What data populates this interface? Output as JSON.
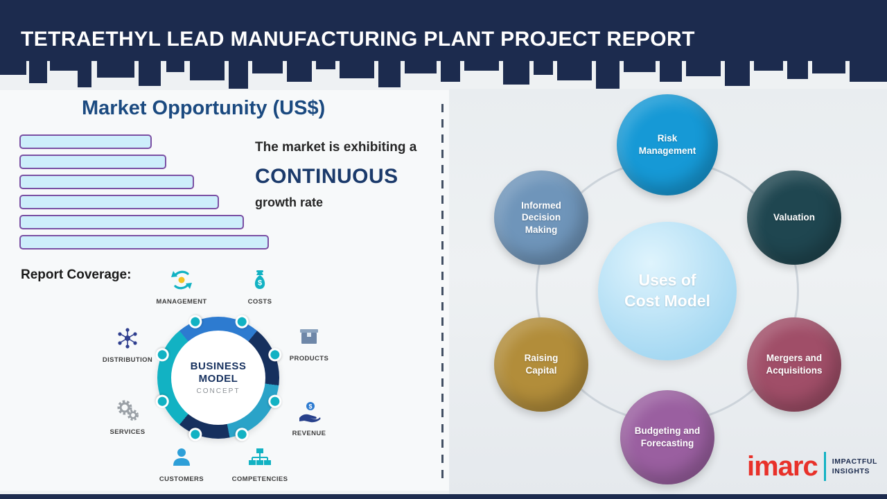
{
  "header": {
    "title": "TETRAETHYL LEAD MANUFACTURING PLANT PROJECT REPORT"
  },
  "market": {
    "title": "Market Opportunity (US$)",
    "note_line1": "The market is exhibiting a",
    "note_highlight": "CONTINUOUS",
    "note_line2": "growth rate"
  },
  "chart_data": {
    "type": "bar",
    "orientation": "horizontal",
    "title": "Market Opportunity (US$)",
    "categories": [
      "bar-1",
      "bar-2",
      "bar-3",
      "bar-4",
      "bar-5",
      "bar-6"
    ],
    "values": [
      53,
      59,
      70,
      80,
      90,
      100
    ],
    "unit": "percent-of-max-length (bars unlabeled in source)",
    "bar_fill": "#cdeefb",
    "bar_border": "#7a4fa3",
    "grid": false,
    "axis_labels": false
  },
  "report_coverage": {
    "label": "Report Coverage:",
    "center_title": "BUSINESS MODEL",
    "center_subtitle": "CONCEPT",
    "items": [
      {
        "label": "MANAGEMENT",
        "icon": "recycle-bulb-icon"
      },
      {
        "label": "COSTS",
        "icon": "money-bag-icon"
      },
      {
        "label": "DISTRIBUTION",
        "icon": "network-icon"
      },
      {
        "label": "PRODUCTS",
        "icon": "box-icon"
      },
      {
        "label": "SERVICES",
        "icon": "gears-icon"
      },
      {
        "label": "REVENUE",
        "icon": "hand-coin-icon"
      },
      {
        "label": "CUSTOMERS",
        "icon": "person-icon"
      },
      {
        "label": "COMPETENCIES",
        "icon": "org-chart-icon"
      }
    ]
  },
  "uses_diagram": {
    "center_label": "Uses of Cost Model",
    "center_color": "#a5d8f2",
    "items": [
      {
        "label": "Risk Management",
        "color": "#1699d6"
      },
      {
        "label": "Valuation",
        "color": "#1f4650"
      },
      {
        "label": "Informed Decision Making",
        "color": "#6f95ba"
      },
      {
        "label": "Raising Capital",
        "color": "#b28d3a"
      },
      {
        "label": "Mergers and Acquisitions",
        "color": "#a04e68"
      },
      {
        "label": "Budgeting and Forecasting",
        "color": "#9a5fa0"
      }
    ]
  },
  "logo": {
    "name": "imarc",
    "tagline_line1": "IMPACTFUL",
    "tagline_line2": "INSIGHTS",
    "brand_red": "#e8312a",
    "brand_teal": "#12b2c3"
  }
}
